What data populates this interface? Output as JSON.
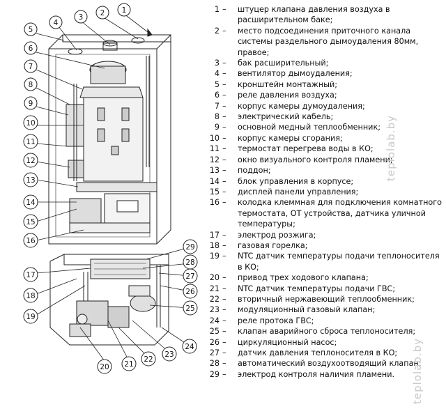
{
  "watermark": "teplolab.by",
  "callouts_top": [
    "1",
    "2",
    "3",
    "4",
    "5",
    "6",
    "7",
    "8",
    "9",
    "10",
    "11",
    "12",
    "13",
    "14",
    "15",
    "16"
  ],
  "callouts_bottom": [
    "17",
    "18",
    "19",
    "20",
    "21",
    "22",
    "23",
    "24",
    "25",
    "26",
    "27",
    "28",
    "29"
  ],
  "legend": [
    {
      "num": "1",
      "dash": "–",
      "text": "штуцер клапана давления воздуха в расширительном баке;"
    },
    {
      "num": "2",
      "dash": "–",
      "text": "место подсоединения приточного канала системы раздельного дымоудаления 80мм, правое;"
    },
    {
      "num": "3",
      "dash": "–",
      "text": "бак расширительный;"
    },
    {
      "num": "4",
      "dash": "–",
      "text": "вентилятор дымоудаления;"
    },
    {
      "num": "5",
      "dash": "–",
      "text": "кронштейн монтажный;"
    },
    {
      "num": "6",
      "dash": "–",
      "text": "реле давления воздуха;"
    },
    {
      "num": "7",
      "dash": "–",
      "text": "корпус камеры думоудаления;"
    },
    {
      "num": "8",
      "dash": "–",
      "text": "электрический кабель;"
    },
    {
      "num": "9",
      "dash": "–",
      "text": "основной медный теплообменник;"
    },
    {
      "num": "10",
      "dash": "–",
      "text": "корпус камеры сгорания;"
    },
    {
      "num": "11",
      "dash": "–",
      "text": "термостат перегрева воды в КО;"
    },
    {
      "num": "12",
      "dash": "–",
      "text": "окно визуального контроля пламени;"
    },
    {
      "num": "13",
      "dash": "–",
      "text": "поддон;"
    },
    {
      "num": "14",
      "dash": "–",
      "text": "блок управления в корпусе;"
    },
    {
      "num": "15",
      "dash": "–",
      "text": "дисплей панели управления;"
    },
    {
      "num": "16",
      "dash": "–",
      "text": "колодка клеммная для подключения комнатного термостата, ОТ устройства, датчика уличной температуры;"
    },
    {
      "num": "17",
      "dash": "–",
      "text": "электрод розжига;"
    },
    {
      "num": "18",
      "dash": "–",
      "text": "газовая горелка;"
    },
    {
      "num": "19",
      "dash": "–",
      "text": "NTC датчик температуры подачи теплоносителя в КО;"
    },
    {
      "num": "20",
      "dash": "–",
      "text": "привод трех ходового клапана;"
    },
    {
      "num": "21",
      "dash": "–",
      "text": "NTC датчик температуры подачи ГВС;"
    },
    {
      "num": "22",
      "dash": "–",
      "text": "вторичный нержавеющий теплообменник;"
    },
    {
      "num": "23",
      "dash": "–",
      "text": "модуляционный газовый клапан;"
    },
    {
      "num": "24",
      "dash": "–",
      "text": "реле протока ГВС;"
    },
    {
      "num": "25",
      "dash": "–",
      "text": "клапан аварийного сброса теплоносителя;"
    },
    {
      "num": "26",
      "dash": "–",
      "text": "циркуляционный насос;"
    },
    {
      "num": "27",
      "dash": "–",
      "text": "датчик давления теплоносителя в КО;"
    },
    {
      "num": "28",
      "dash": "–",
      "text": "автоматический воздухоотводящий клапан;"
    },
    {
      "num": "29",
      "dash": "–",
      "text": "электрод контроля наличия пламени."
    }
  ]
}
